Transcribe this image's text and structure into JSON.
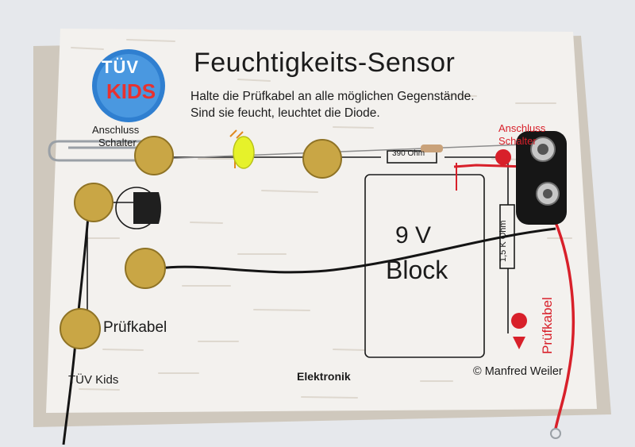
{
  "board": {
    "title": "Feuchtigkeits-Sensor",
    "instruction_line1": "Halte die Prüfkabel an alle möglichen Gegenstände.",
    "instruction_line2": "Sind sie feucht, leuchtet die Diode.",
    "label_anschluss_left": "Anschluss",
    "label_schalter_left": "Schalter",
    "label_anschluss_right": "Anschluss",
    "label_schalter_right": "Schalter",
    "resistor_top": "390 Ohm",
    "resistor_side": "1,5 K Ohm",
    "battery_voltage": "9 V",
    "battery_block": "Block",
    "pruefkabel_label": "Prüfkabel",
    "pruefkabel_red": "Prüfkabel",
    "footer_left": "TÜV Kids",
    "footer_center": "Elektronik",
    "footer_right": "© Manfred Weiler"
  },
  "logo": {
    "top_text": "TÜV",
    "bottom_text": "KIDS"
  },
  "colors": {
    "background": "#e6e8ec",
    "board": "#f3f1ee",
    "wood_grain": "#d9d2c8",
    "brass": "#c9a645",
    "red_wire": "#d8202a",
    "black_wire": "#141414",
    "led_yellow": "#e6f22a",
    "logo_blue": "#2f7fd0"
  }
}
